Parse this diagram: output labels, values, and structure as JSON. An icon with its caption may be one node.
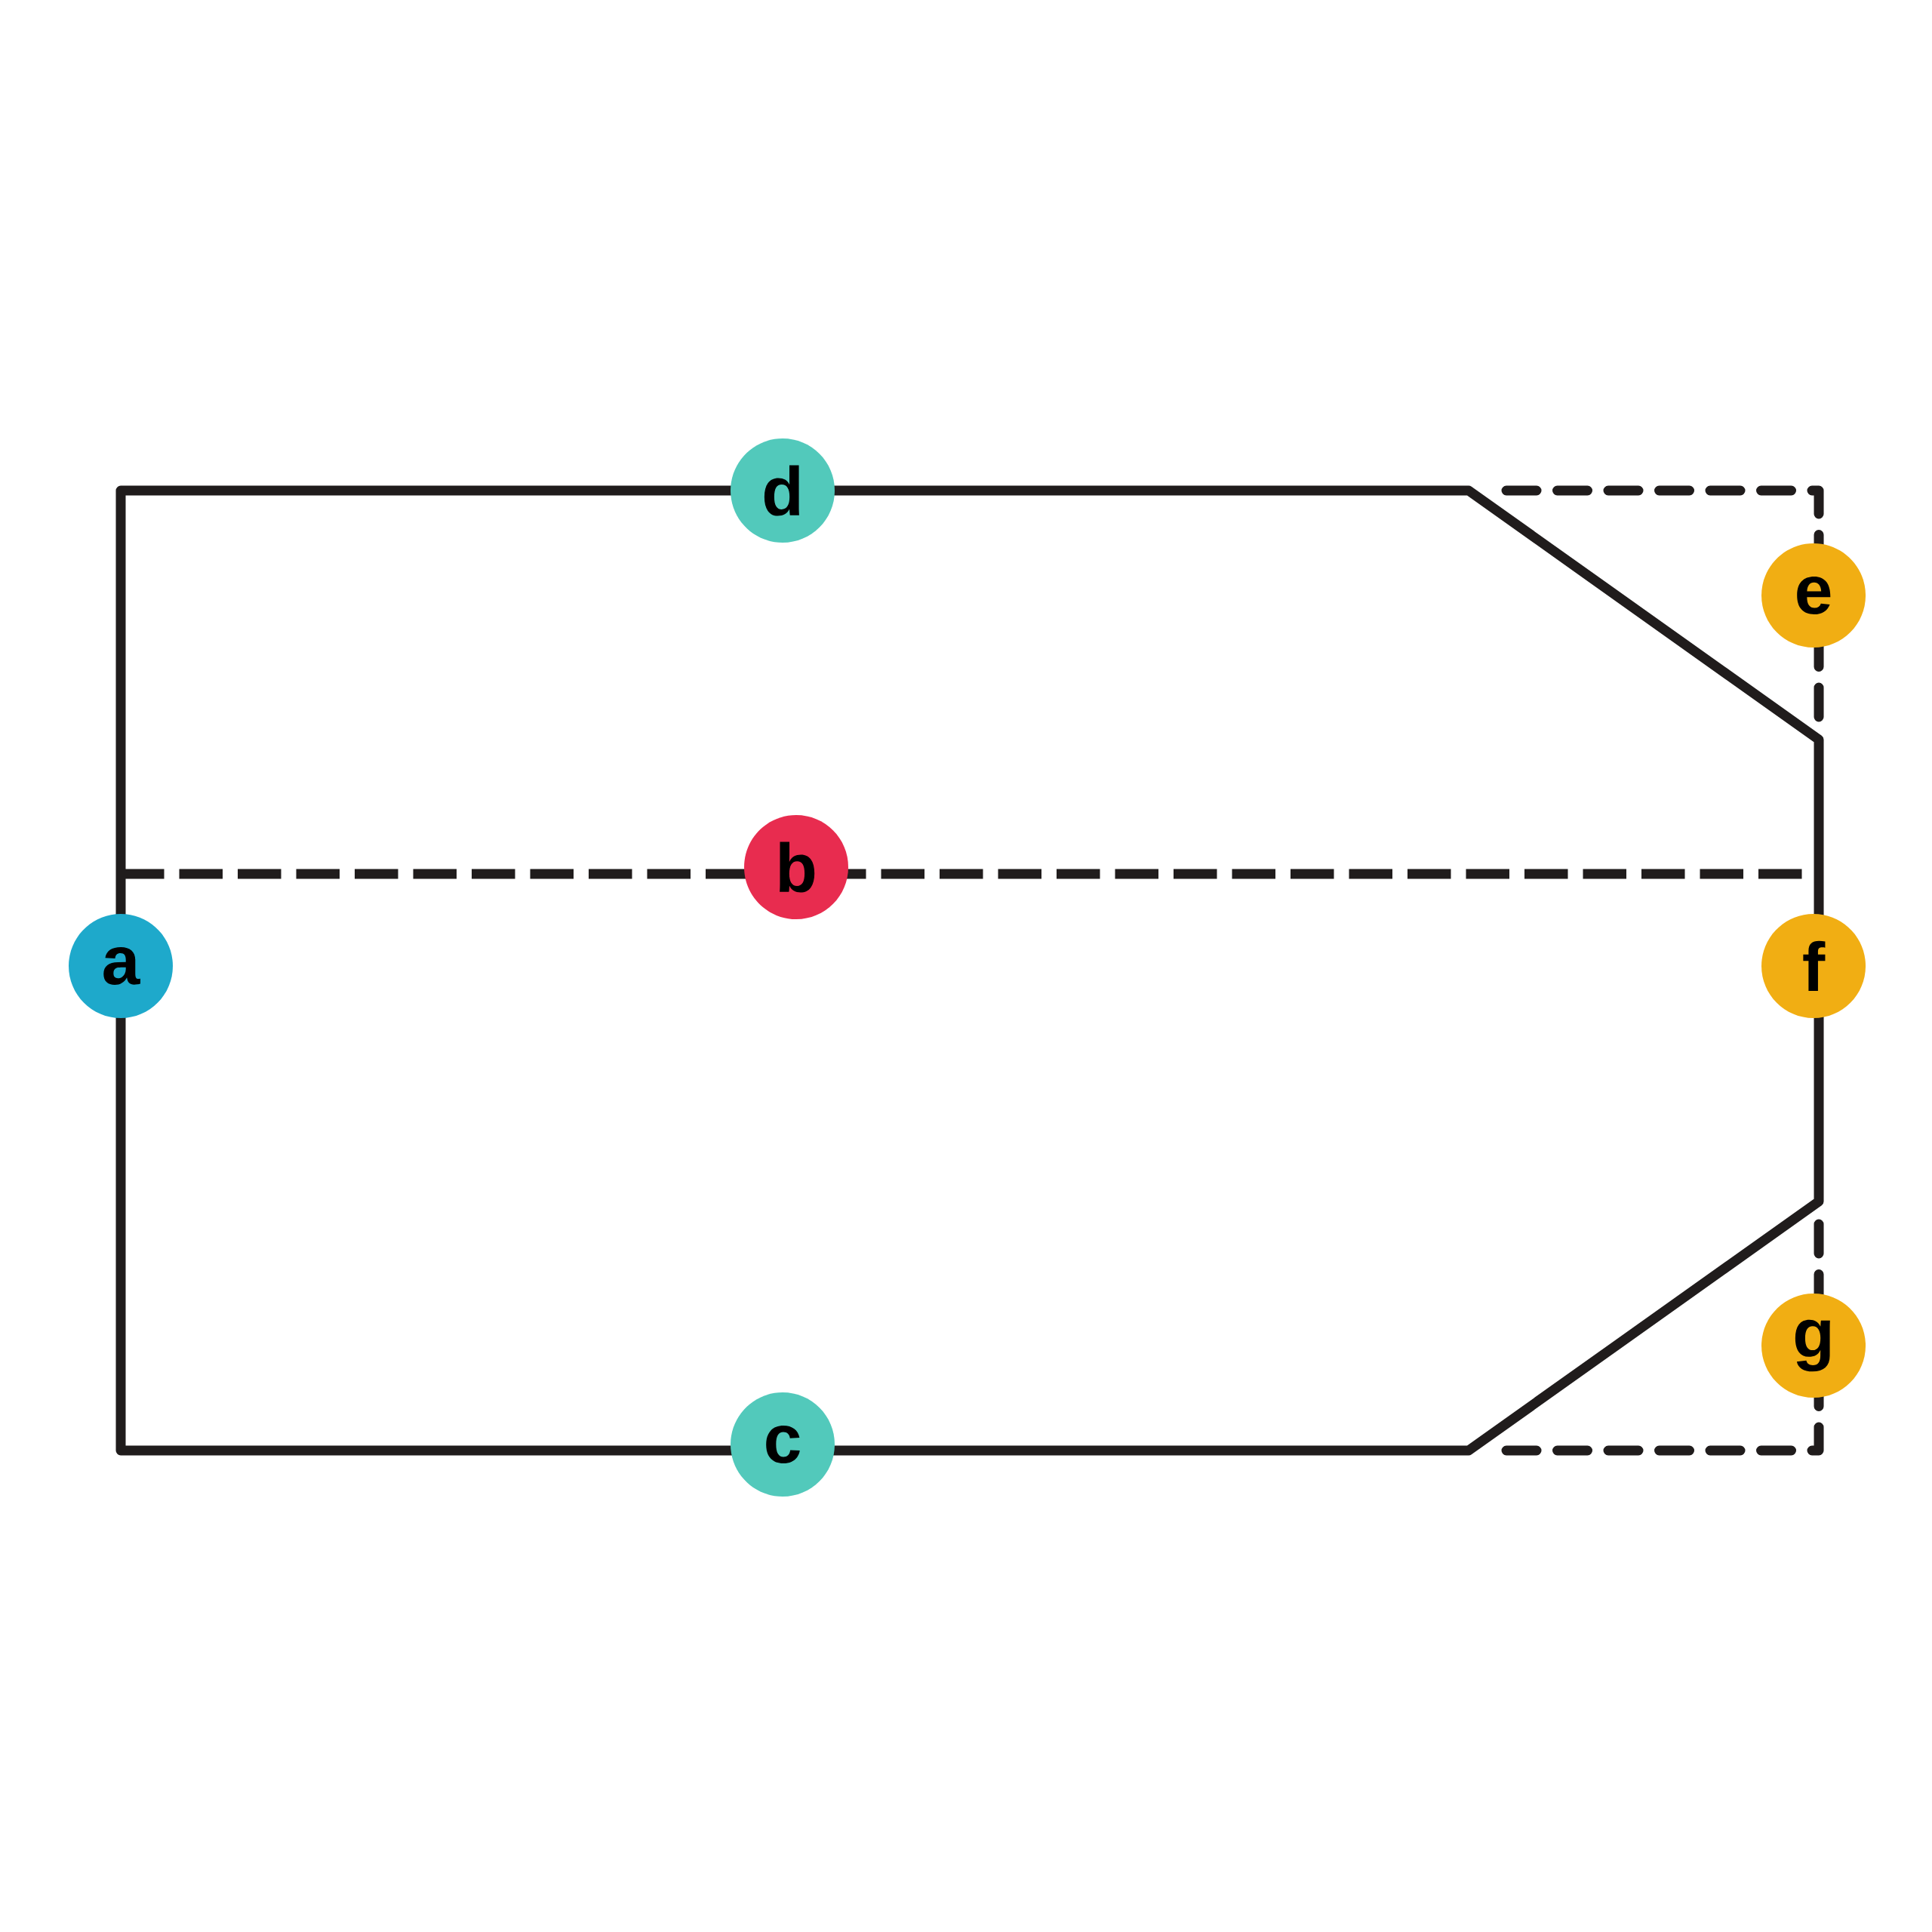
{
  "diagram": {
    "nodes": [
      {
        "text": [
          "d"
        ]
      },
      {
        "text": [
          "e"
        ]
      },
      {
        "text": [
          "b"
        ]
      },
      {
        "text": [
          "a"
        ]
      },
      {
        "text": [
          "f"
        ]
      },
      {
        "text": [
          "g"
        ]
      },
      {
        "text": [
          "c"
        ]
      }
    ]
  }
}
